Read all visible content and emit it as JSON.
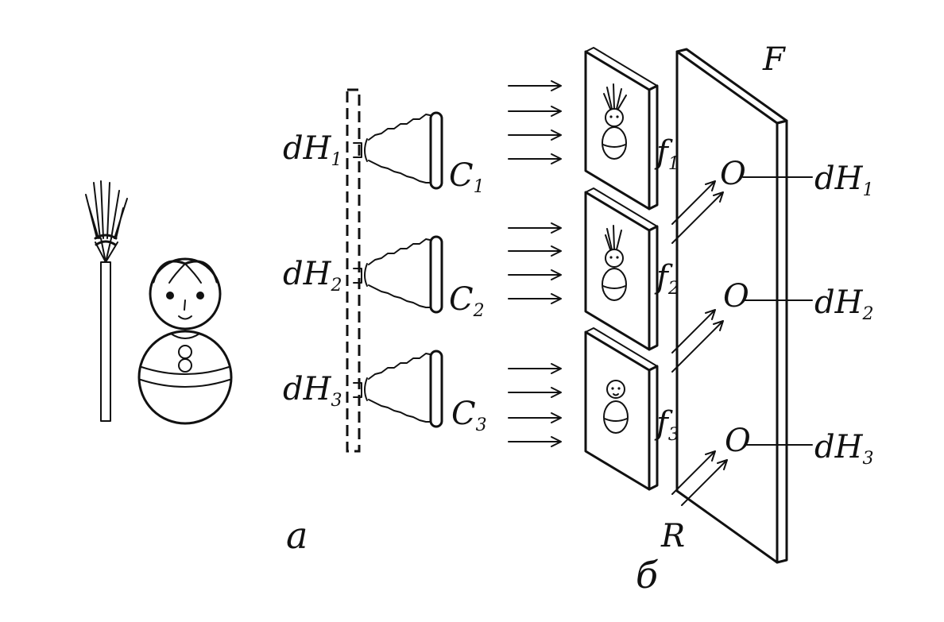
{
  "part_labels": {
    "a": "a",
    "b": "б"
  },
  "left_labels": [
    {
      "base": "dH",
      "sub": "1"
    },
    {
      "base": "dH",
      "sub": "2"
    },
    {
      "base": "dH",
      "sub": "3"
    }
  ],
  "camera_labels": [
    {
      "base": "C",
      "sub": "1"
    },
    {
      "base": "C",
      "sub": "2"
    },
    {
      "base": "C",
      "sub": "3"
    }
  ],
  "frame_labels": [
    {
      "base": "f",
      "sub": "1"
    },
    {
      "base": "f",
      "sub": "2"
    },
    {
      "base": "f",
      "sub": "3"
    }
  ],
  "plate_label": "F",
  "ref_label": "R",
  "object_labels": [
    "O",
    "O",
    "O"
  ],
  "right_labels": [
    {
      "base": "dH",
      "sub": "1"
    },
    {
      "base": "dH",
      "sub": "2"
    },
    {
      "base": "dH",
      "sub": "3"
    }
  ]
}
